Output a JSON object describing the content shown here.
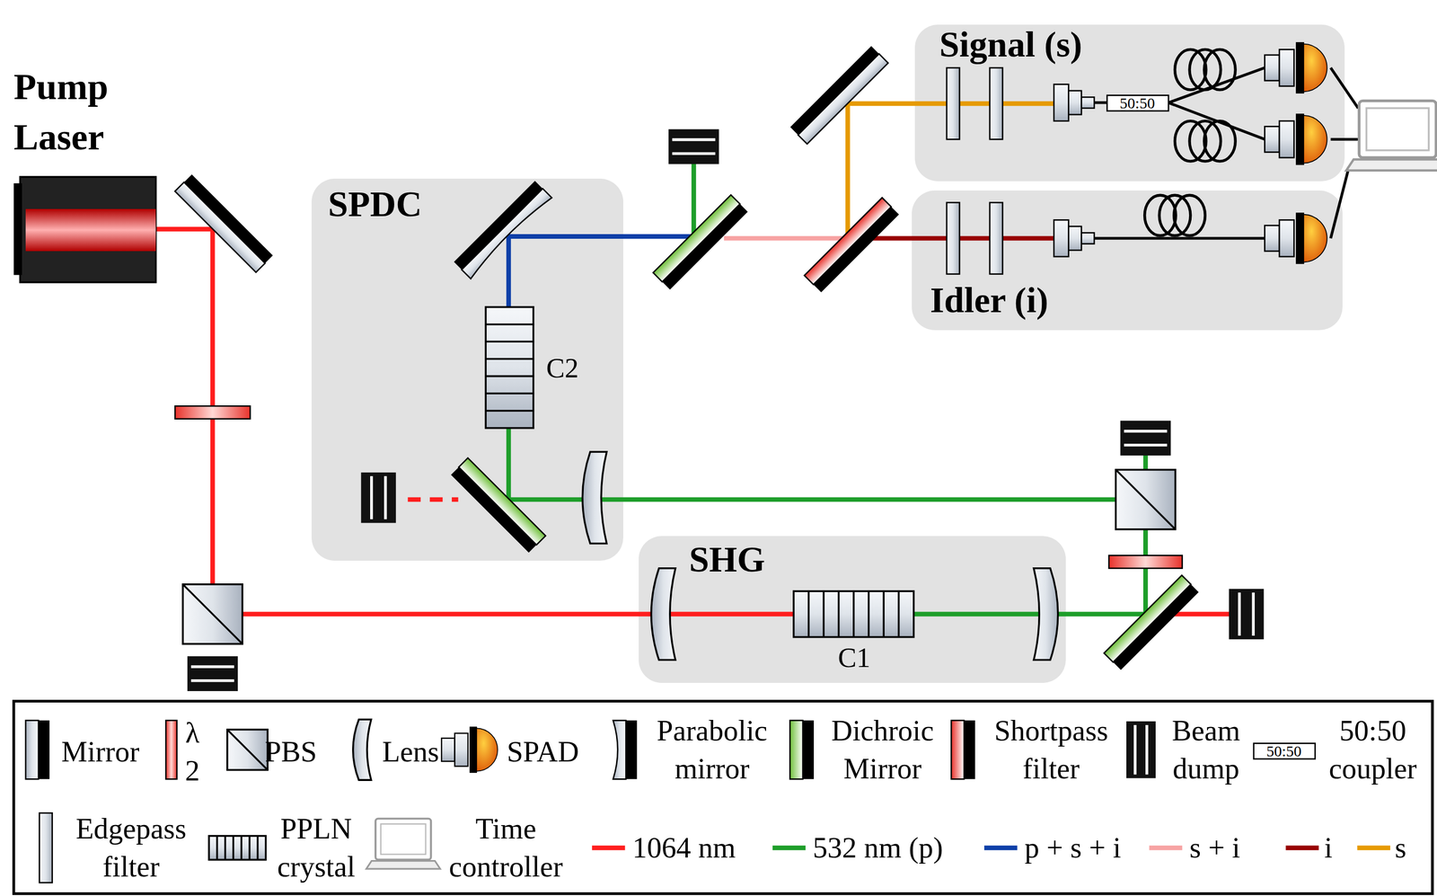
{
  "diagram": {
    "nodes": [
      {
        "text": [
          "Signal (s)"
        ]
      },
      {
        "text": [
          "SPDC"
        ]
      },
      {
        "text": [
          "Idler (i)"
        ]
      },
      {
        "text": [
          "SHG"
        ]
      }
    ],
    "labels": [
      "Pump Laser",
      "C2",
      "C1",
      "50:50",
      "50:50"
    ],
    "legend": [
      {
        "text": "Mirror"
      },
      {
        "text": "λ 2"
      },
      {
        "text": "PBS"
      },
      {
        "text": "Lens"
      },
      {
        "text": "SPAD"
      },
      {
        "text": "Parabolic mirror"
      },
      {
        "text": "Dichroic Mirror"
      },
      {
        "text": "Shortpass filter"
      },
      {
        "text": "Beam dump"
      },
      {
        "text": "50:50 coupler"
      },
      {
        "text": "Edgepass filter"
      },
      {
        "text": "PPLN crystal"
      },
      {
        "text": "Time controller"
      },
      {
        "text": "1064 nm"
      },
      {
        "text": "532 nm (p)"
      },
      {
        "text": "p + s + i"
      },
      {
        "text": "s + i"
      },
      {
        "text": "i"
      },
      {
        "text": "s"
      }
    ]
  }
}
